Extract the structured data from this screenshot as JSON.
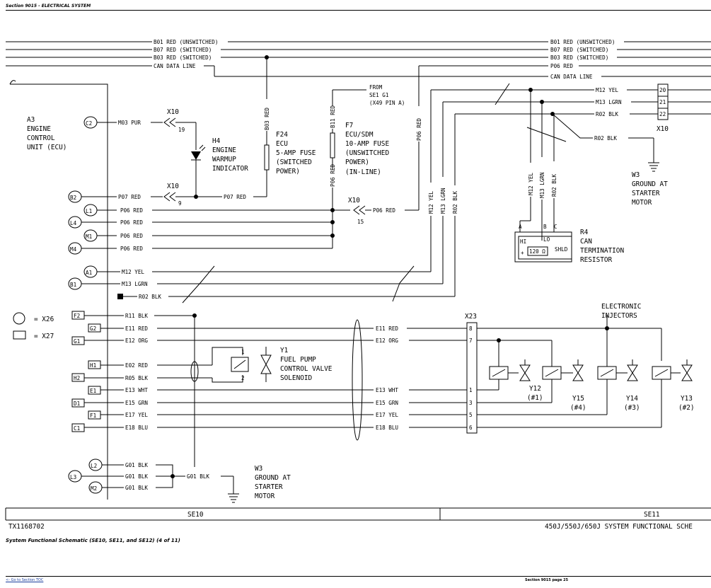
{
  "header": {
    "section": "Section 9015 - ELECTRICAL SYSTEM"
  },
  "bus_left": [
    "B01 RED (UNSWITCHED)",
    "B07 RED (SWITCHED)",
    "B03 RED (SWITCHED)",
    "CAN DATA LINE"
  ],
  "bus_right": [
    "B01 RED (UNSWITCHED)",
    "B07 RED (SWITCHED)",
    "B03 RED (SWITCHED)",
    "P06 RED",
    "CAN DATA LINE"
  ],
  "ecu": {
    "id": "A3",
    "l1": "ENGINE",
    "l2": "CONTROL",
    "l3": "UNIT (ECU)"
  },
  "pins": {
    "C2": "C2",
    "B2": "B2",
    "L1": "L1",
    "L4": "L4",
    "M1": "M1",
    "M4": "M4",
    "A1": "A1",
    "B1": "B1",
    "L2": "L2",
    "L3": "L3",
    "M2": "M2",
    "F2": "F2",
    "G2": "G2",
    "G1": "G1",
    "H1": "H1",
    "H2": "H2",
    "E1": "E1",
    "D1": "D1",
    "F1": "F1",
    "C1": "C1"
  },
  "wires": {
    "m03": "M03 PUR",
    "p07a": "P07 RED",
    "p07b": "P07 RED",
    "p06": "P06 RED",
    "m12": "M12 YEL",
    "m13": "M13 LGRN",
    "r02": "R02 BLK",
    "r11": "R11 BLK",
    "e11": "E11 RED",
    "e12": "E12 ORG",
    "e02": "E02 RED",
    "r05": "R05 BLK",
    "e13": "E13 WHT",
    "e15": "E15 GRN",
    "e17": "E17 YEL",
    "e18": "E18 BLU",
    "g01": "G01 BLK",
    "b03": "B03 RED",
    "b11": "B11 RED",
    "p06v": "P06 RED",
    "m12v": "M12 YEL",
    "m13v": "M13 LGRN",
    "r02v": "R02 BLK"
  },
  "x10": {
    "name": "X10",
    "pin19": "19",
    "pin9": "9",
    "pin15": "15",
    "p20": "20",
    "p21": "21",
    "p22": "22"
  },
  "h4": {
    "id": "H4",
    "l1": "ENGINE",
    "l2": "WARMUP",
    "l3": "INDICATOR"
  },
  "f24": {
    "id": "F24",
    "l1": "ECU",
    "l2": "5-AMP FUSE",
    "l3": "(SWITCHED",
    "l4": "POWER)"
  },
  "f7": {
    "id": "F7",
    "l1": "ECU/SDM",
    "l2": "10-AMP FUSE",
    "l3": "(UNSWITCHED",
    "l4": "POWER)",
    "l5": "(IN-LINE)"
  },
  "from": {
    "l1": "FROM",
    "l2": "SE1 G1",
    "l3": "(X49 PIN A)"
  },
  "w3_top": {
    "id": "W3",
    "l1": "GROUND AT",
    "l2": "STARTER",
    "l3": "MOTOR"
  },
  "w3_bot": {
    "id": "W3",
    "l1": "GROUND AT",
    "l2": "STARTER",
    "l3": "MOTOR"
  },
  "r4": {
    "id": "R4",
    "l1": "CAN",
    "l2": "TERMINATION",
    "l3": "RESISTOR",
    "a": "A",
    "b": "B",
    "c": "C",
    "hi": "HI",
    "lo": "LO",
    "shld": "SHLD",
    "ohm": "120 Ω",
    "plus": "+"
  },
  "y1": {
    "id": "Y1",
    "l1": "FUEL PUMP",
    "l2": "CONTROL VALVE",
    "l3": "SOLENOID",
    "p1": "1",
    "p2": "2"
  },
  "legend": {
    "circle": "= X26",
    "rect": "= X27"
  },
  "x23": {
    "name": "X23",
    "p8": "8",
    "p7": "7",
    "p1": "1",
    "p3": "3",
    "p5": "5",
    "p6": "6"
  },
  "injectors": {
    "title1": "ELECTRONIC",
    "title2": "INJECTORS",
    "y12": "Y12",
    "y12n": "(#1)",
    "y15": "Y15",
    "y15n": "(#4)",
    "y14": "Y14",
    "y14n": "(#3)",
    "y13": "Y13",
    "y13n": "(#2)"
  },
  "footer": {
    "se10": "SE10",
    "se11": "SE11",
    "tx": "TX1168702",
    "system": "450J/550J/650J SYSTEM FUNCTIONAL SCHE",
    "caption": "System Functional Schematic (SE10, SE11, and SE12) (4 of 11)",
    "toc": "<- Go to Section TOC",
    "page": "Section 9015 page 25"
  }
}
